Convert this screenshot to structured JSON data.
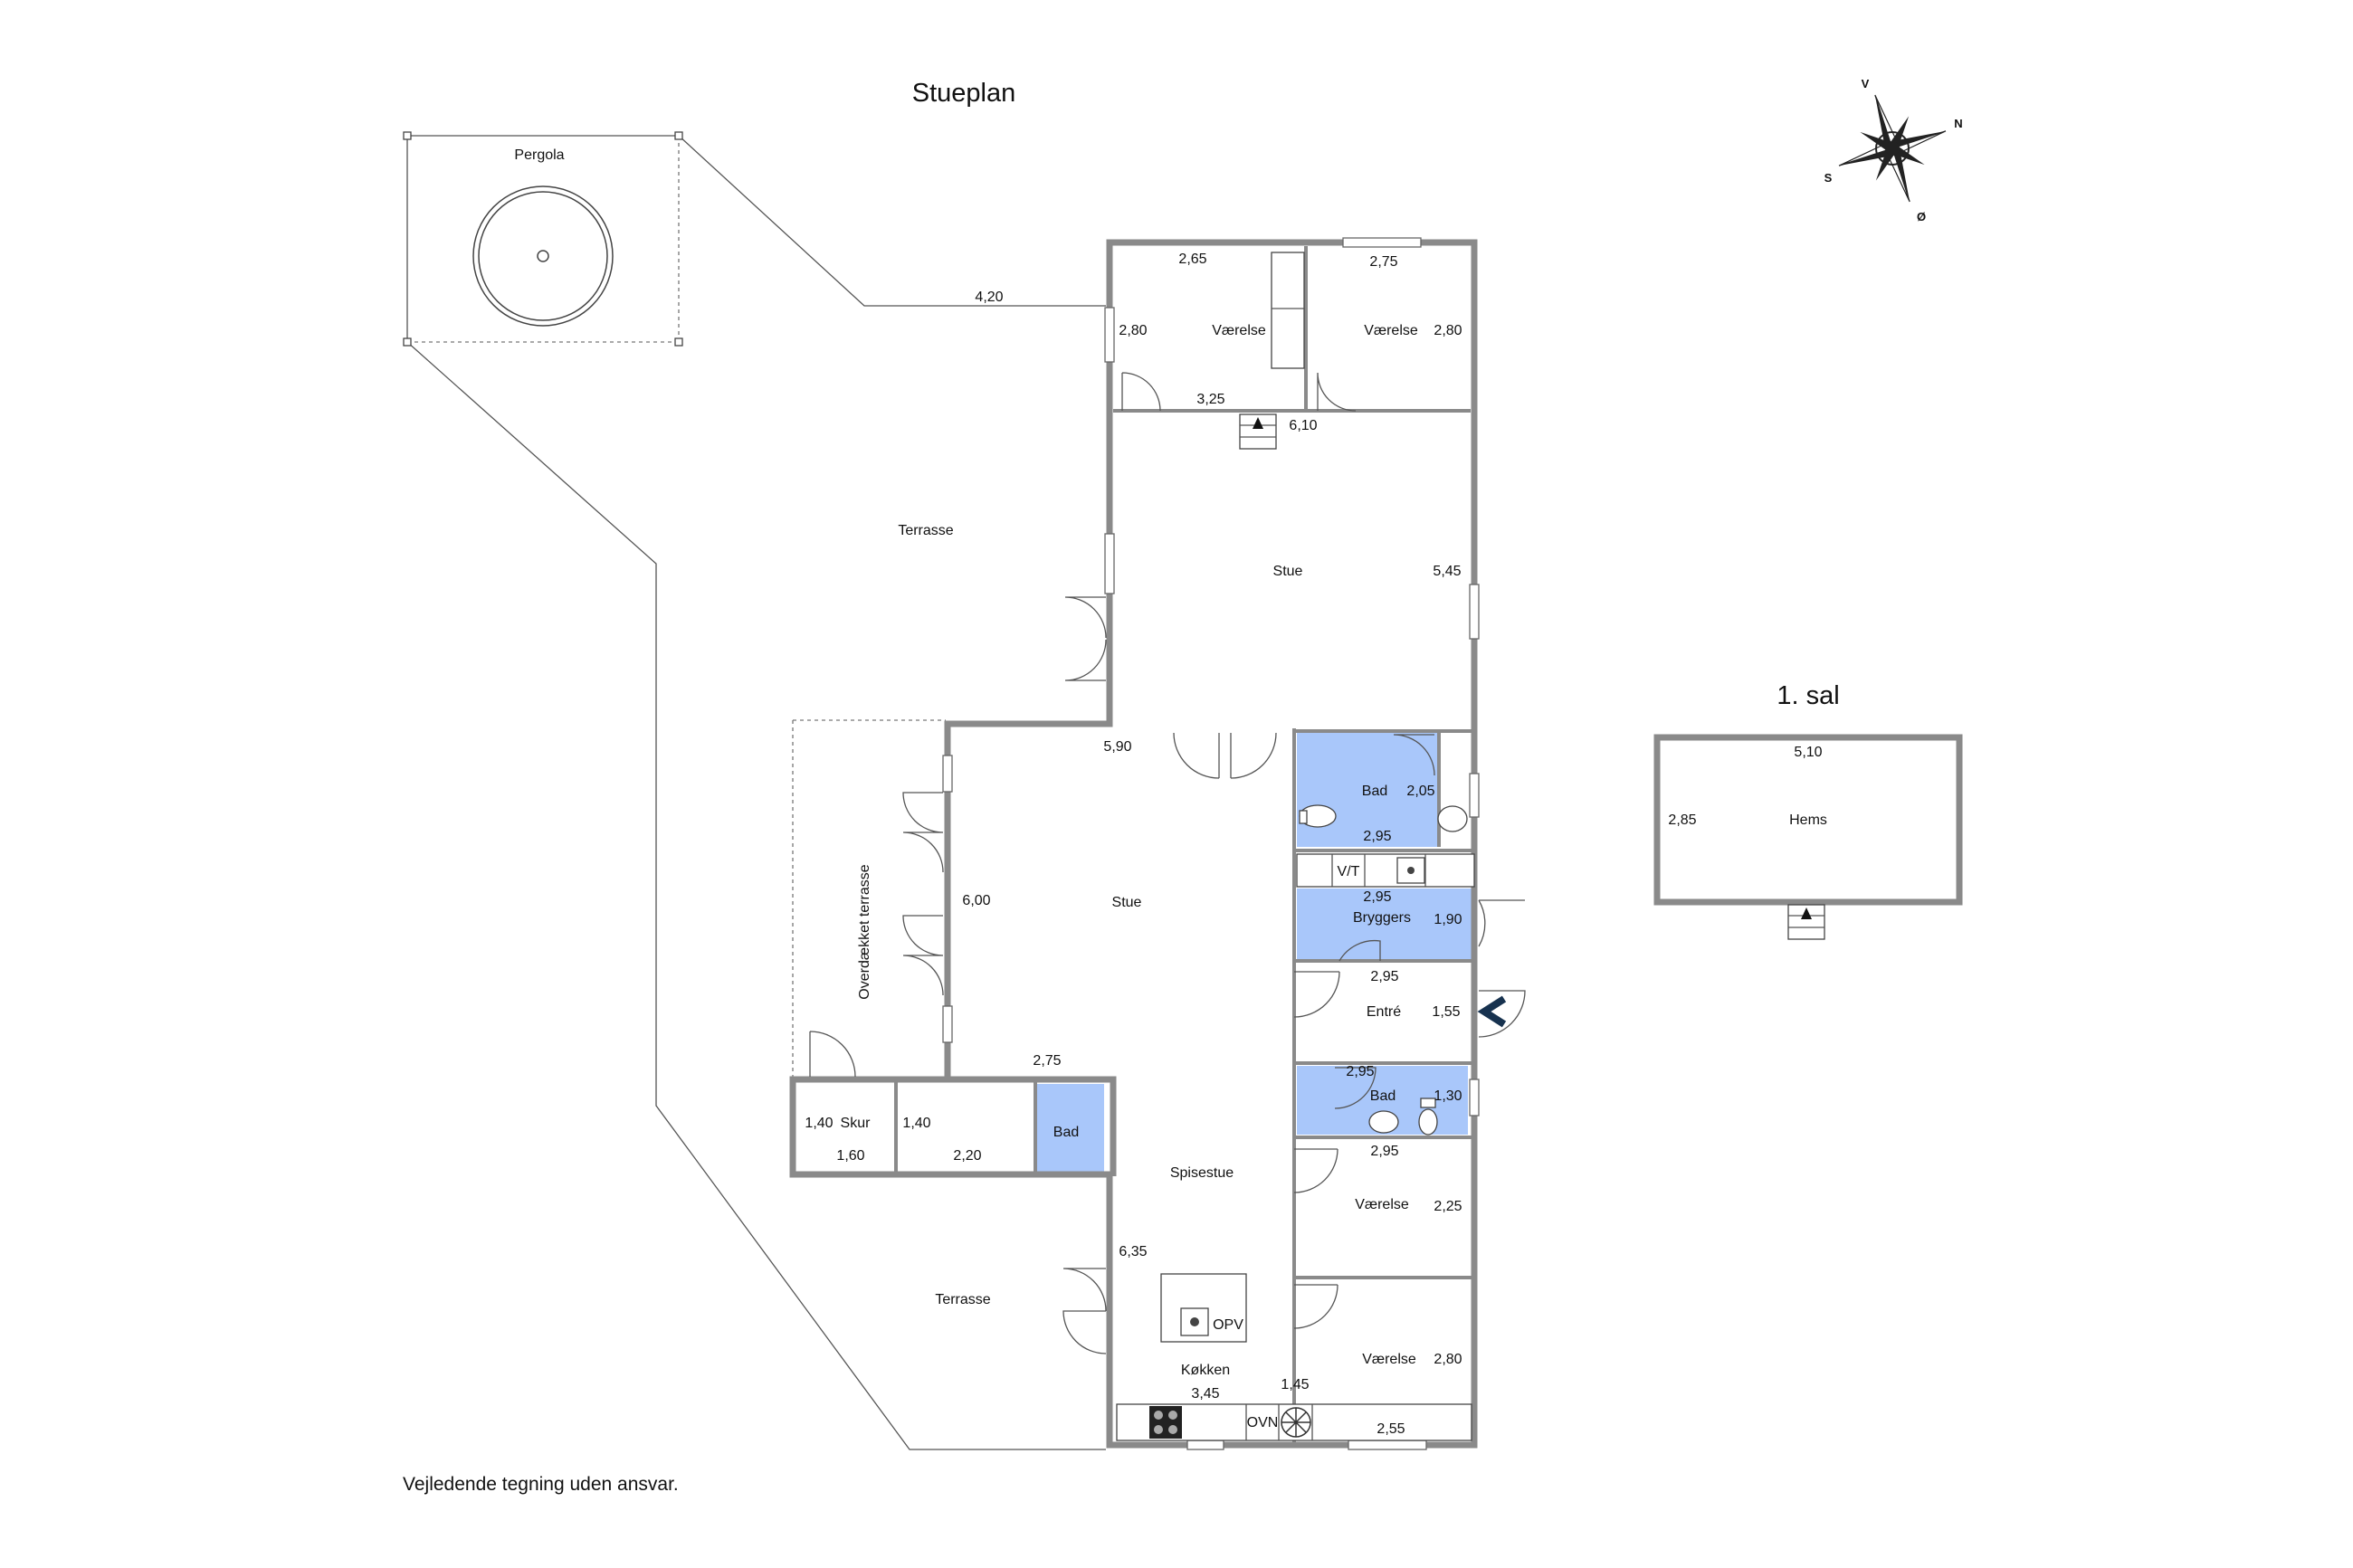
{
  "titles": {
    "ground_floor": "Stueplan",
    "first_floor": "1. sal"
  },
  "disclaimer": "Vejledende tegning uden ansvar.",
  "compass": {
    "n": "N",
    "s": "S",
    "v": "V",
    "o": "Ø"
  },
  "outdoor": {
    "pergola": "Pergola",
    "terrace_top": "Terrasse",
    "terrace_bottom": "Terrasse",
    "covered_terrace": "Overdækket terrasse",
    "terrace_dim": "4,20"
  },
  "rooms": {
    "vaerelse_nw": {
      "name": "Værelse",
      "d1": "2,65",
      "d2": "2,80",
      "d3": "3,25"
    },
    "vaerelse_ne": {
      "name": "Værelse",
      "d1": "2,75",
      "d2": "2,80"
    },
    "stair_dim": "6,10",
    "stue_top": {
      "name": "Stue",
      "d1": "5,45"
    },
    "stue_main": {
      "name": "Stue",
      "d1": "5,90",
      "d2": "6,00"
    },
    "bad_top": {
      "name": "Bad",
      "d1": "2,05",
      "d2": "2,95"
    },
    "vt": "V/T",
    "bryggers": {
      "name": "Bryggers",
      "d1": "2,95",
      "d2": "1,90"
    },
    "entre": {
      "name": "Entré",
      "d1": "2,95",
      "d2": "1,55"
    },
    "bad_mid": {
      "name": "Bad",
      "d1": "2,95",
      "d2": "1,30"
    },
    "vaerelse_se1": {
      "name": "Værelse",
      "d1": "2,95",
      "d2": "2,25"
    },
    "vaerelse_se2": {
      "name": "Værelse",
      "d1": "2,80",
      "d2": "2,55"
    },
    "skur": {
      "name": "Skur",
      "d1": "1,40",
      "d2": "1,60"
    },
    "store2": {
      "d1": "1,40",
      "d2": "2,20"
    },
    "bad_small": {
      "name": "Bad",
      "d1": "2,75"
    },
    "spisestue": {
      "name": "Spisestue",
      "d1": "6,35"
    },
    "kokken": {
      "name": "Køkken",
      "d1": "3,45",
      "d2": "1,45",
      "opv": "OPV",
      "ovn": "OVN"
    }
  },
  "upper": {
    "hems": {
      "name": "Hems",
      "d1": "5,10",
      "d2": "2,85"
    }
  },
  "colors": {
    "wall": "#8a8a8a",
    "wet_room": "#a9c7fa",
    "entry_arrow": "#17324f"
  }
}
